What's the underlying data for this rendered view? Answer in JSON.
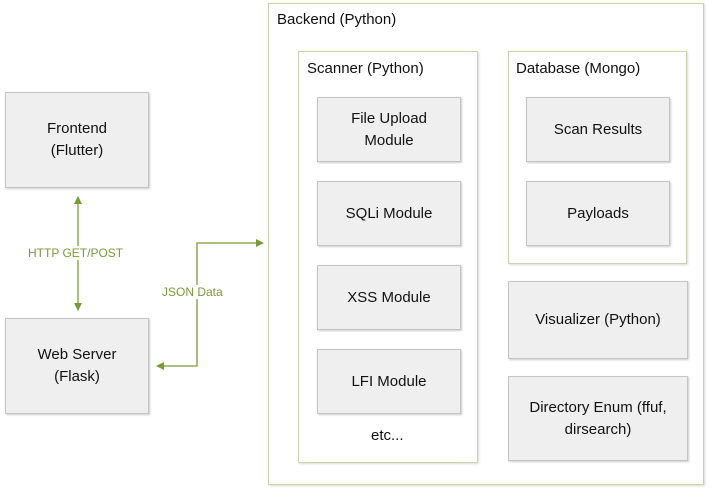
{
  "accent_color": "#7a9a3a",
  "backend": {
    "title": "Backend (Python)"
  },
  "scanner": {
    "title": "Scanner (Python)",
    "modules": [
      "File Upload\nModule",
      "SQLi Module",
      "XSS Module",
      "LFI Module"
    ],
    "more": "etc..."
  },
  "database": {
    "title": "Database (Mongo)",
    "collections": [
      "Scan Results",
      "Payloads"
    ]
  },
  "visualizer": {
    "label": "Visualizer (Python)"
  },
  "dir_enum": {
    "label": "Directory Enum (ffuf,\ndirsearch)"
  },
  "frontend": {
    "label": "Frontend\n(Flutter)"
  },
  "webserver": {
    "label": "Web Server\n(Flask)"
  },
  "edges": {
    "http": "HTTP GET/POST",
    "json": "JSON Data"
  }
}
